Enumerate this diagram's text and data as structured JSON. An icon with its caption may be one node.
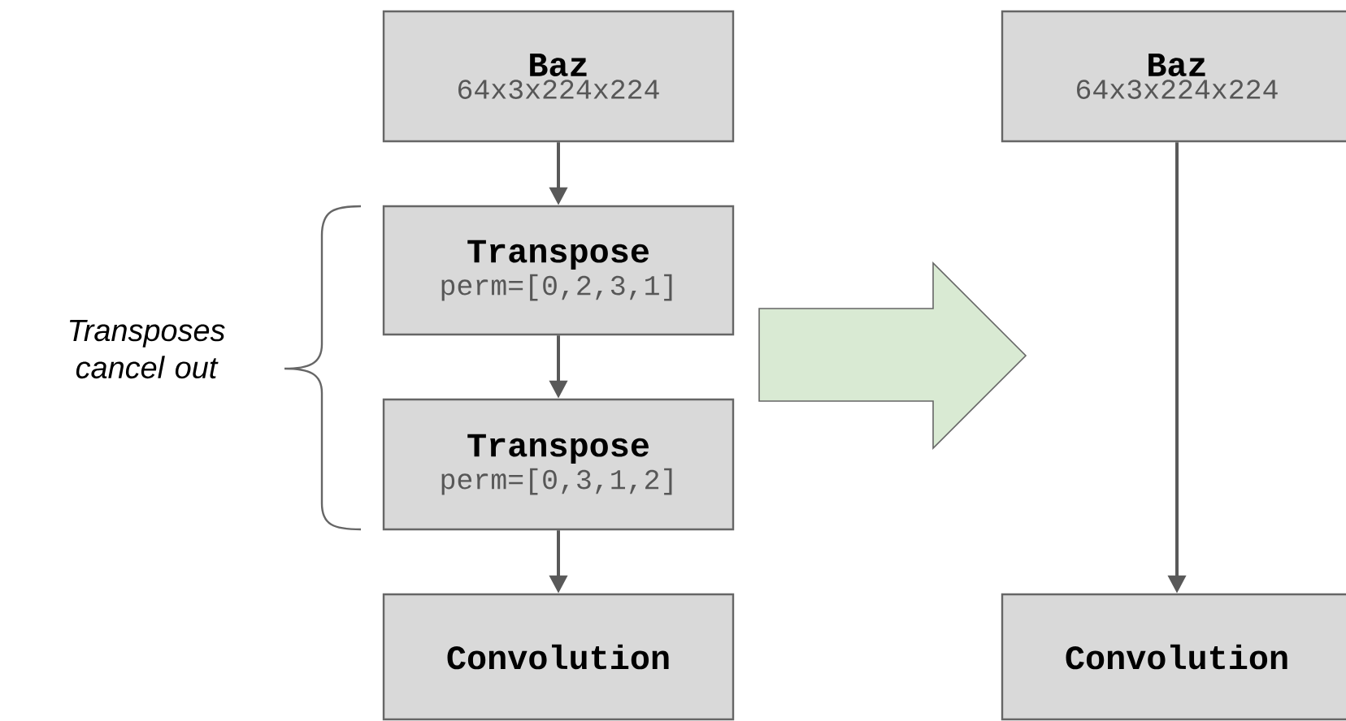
{
  "diagram": {
    "nodes": [
      {
        "text": [
          "Baz",
          "64x3x224x224"
        ]
      },
      {
        "text": [
          "Transpose",
          "perm=[0,2,3,1]"
        ]
      },
      {
        "text": [
          "Transpose",
          "perm=[0,3,1,2]"
        ]
      },
      {
        "text": [
          "Convolution"
        ]
      },
      {
        "text": [
          "Baz",
          "64x3x224x224"
        ]
      },
      {
        "text": [
          "Convolution"
        ]
      }
    ],
    "edges": [
      {
        "from": 0,
        "to": 1,
        "arrow": "to"
      },
      {
        "from": 1,
        "to": 2,
        "arrow": "to"
      },
      {
        "from": 2,
        "to": 3,
        "arrow": "to"
      },
      {
        "from": 4,
        "to": 5,
        "arrow": "to"
      }
    ],
    "labels": [
      "Transposes cancel out"
    ]
  }
}
